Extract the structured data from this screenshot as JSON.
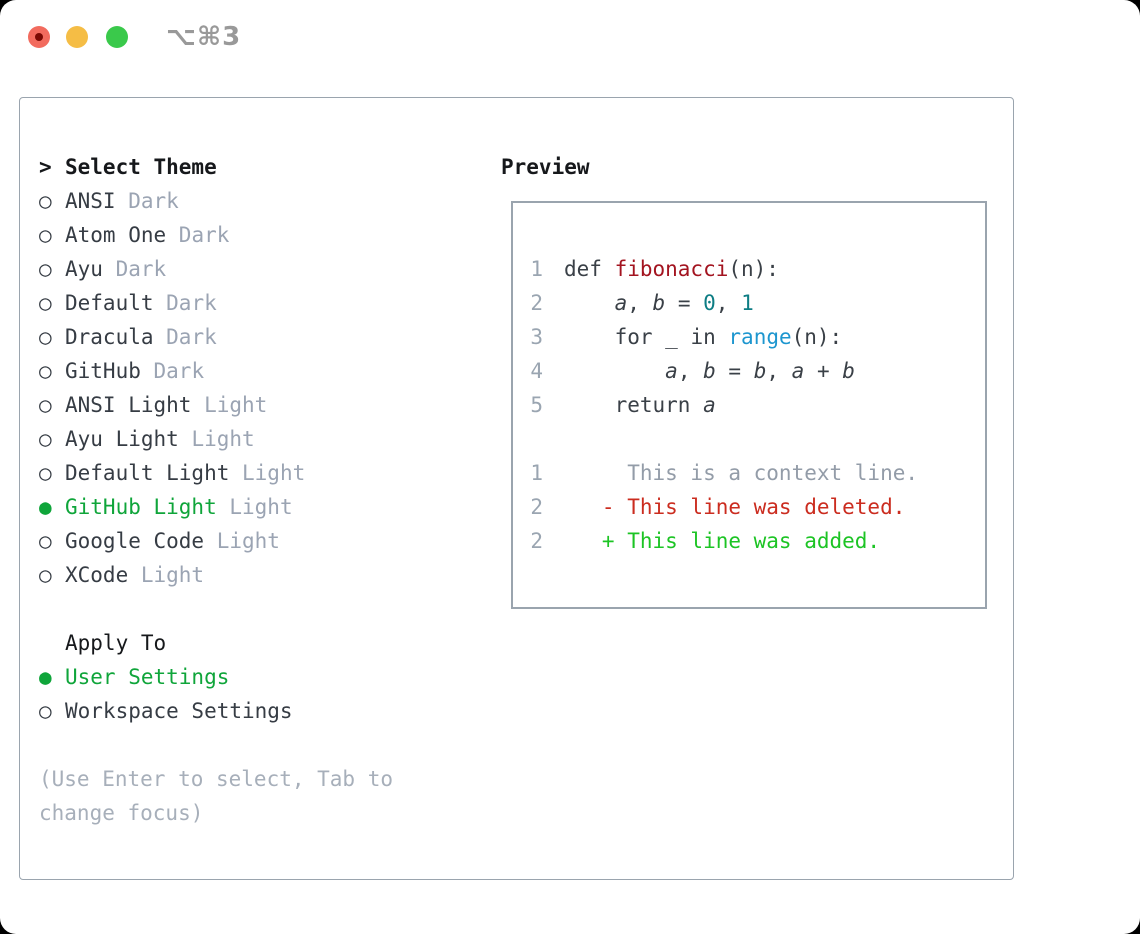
{
  "titlebar": {
    "shortcut": "⌥⌘3"
  },
  "markers": {
    "selected": "●",
    "unselected": "○"
  },
  "theme_list": {
    "title": "Select Theme",
    "prompt_marker": ">",
    "items": [
      {
        "name": "ANSI",
        "tag": "Dark",
        "selected": false
      },
      {
        "name": "Atom One",
        "tag": "Dark",
        "selected": false
      },
      {
        "name": "Ayu",
        "tag": "Dark",
        "selected": false
      },
      {
        "name": "Default",
        "tag": "Dark",
        "selected": false
      },
      {
        "name": "Dracula",
        "tag": "Dark",
        "selected": false
      },
      {
        "name": "GitHub",
        "tag": "Dark",
        "selected": false
      },
      {
        "name": "ANSI Light",
        "tag": "Light",
        "selected": false
      },
      {
        "name": "Ayu Light",
        "tag": "Light",
        "selected": false
      },
      {
        "name": "Default Light",
        "tag": "Light",
        "selected": false
      },
      {
        "name": "GitHub Light",
        "tag": "Light",
        "selected": true
      },
      {
        "name": "Google Code",
        "tag": "Light",
        "selected": false
      },
      {
        "name": "XCode",
        "tag": "Light",
        "selected": false
      }
    ]
  },
  "apply_to": {
    "title": "Apply To",
    "items": [
      {
        "label": "User Settings",
        "selected": true
      },
      {
        "label": "Workspace Settings",
        "selected": false
      }
    ]
  },
  "help_text": "(Use Enter to select, Tab to change focus)",
  "preview": {
    "title": "Preview",
    "lines": [
      {
        "ln": "1",
        "tokens": [
          {
            "t": "def ",
            "c": "keyword"
          },
          {
            "t": "fibonacci",
            "c": "function"
          },
          {
            "t": "(n):",
            "c": "code"
          }
        ]
      },
      {
        "ln": "2",
        "tokens": [
          {
            "t": "    ",
            "c": "code"
          },
          {
            "t": "a",
            "c": "variable"
          },
          {
            "t": ", ",
            "c": "code"
          },
          {
            "t": "b",
            "c": "variable"
          },
          {
            "t": " = ",
            "c": "code"
          },
          {
            "t": "0",
            "c": "number"
          },
          {
            "t": ", ",
            "c": "code"
          },
          {
            "t": "1",
            "c": "number"
          }
        ]
      },
      {
        "ln": "3",
        "tokens": [
          {
            "t": "    ",
            "c": "code"
          },
          {
            "t": "for",
            "c": "keyword"
          },
          {
            "t": " _ ",
            "c": "code"
          },
          {
            "t": "in",
            "c": "keyword"
          },
          {
            "t": " ",
            "c": "code"
          },
          {
            "t": "range",
            "c": "builtin"
          },
          {
            "t": "(n):",
            "c": "code"
          }
        ]
      },
      {
        "ln": "4",
        "tokens": [
          {
            "t": "        ",
            "c": "code"
          },
          {
            "t": "a",
            "c": "variable"
          },
          {
            "t": ", ",
            "c": "code"
          },
          {
            "t": "b",
            "c": "variable"
          },
          {
            "t": " = ",
            "c": "code"
          },
          {
            "t": "b",
            "c": "variable"
          },
          {
            "t": ", ",
            "c": "code"
          },
          {
            "t": "a",
            "c": "variable"
          },
          {
            "t": " + ",
            "c": "code"
          },
          {
            "t": "b",
            "c": "variable"
          }
        ]
      },
      {
        "ln": "5",
        "tokens": [
          {
            "t": "    ",
            "c": "code"
          },
          {
            "t": "return",
            "c": "keyword"
          },
          {
            "t": " ",
            "c": "code"
          },
          {
            "t": "a",
            "c": "variable"
          }
        ]
      },
      {
        "ln": "",
        "tokens": []
      },
      {
        "ln": "1",
        "tokens": [
          {
            "t": "     This is a context line.",
            "c": "context"
          }
        ]
      },
      {
        "ln": "2",
        "tokens": [
          {
            "t": "   - This line was deleted.",
            "c": "deleted"
          }
        ]
      },
      {
        "ln": "2",
        "tokens": [
          {
            "t": "   + This line was added.",
            "c": "added"
          }
        ]
      }
    ]
  },
  "colors": {
    "window_bg": "#ffffff",
    "panel_border": "#9aa4ae",
    "header_text": "#16181b",
    "item_text": "#363c44",
    "item_tag": "#9ba4b3",
    "selected_green": "#0fa53a",
    "help_gray": "#a7afba",
    "shortcut_gray": "#999999",
    "traffic_red": "#f26b5e",
    "traffic_red_dot": "#7a0a04",
    "traffic_yellow": "#f5bd45",
    "traffic_green": "#3ac94b",
    "lineno": "#9aa5b1",
    "code_text": "#3a4047",
    "code_keyword": "#3a4047",
    "code_function": "#a31420",
    "code_number": "#0d7d84",
    "code_builtin": "#1d96cf",
    "diff_context": "#939ca8",
    "diff_deleted": "#cb2c1f",
    "diff_added": "#1cc424"
  }
}
